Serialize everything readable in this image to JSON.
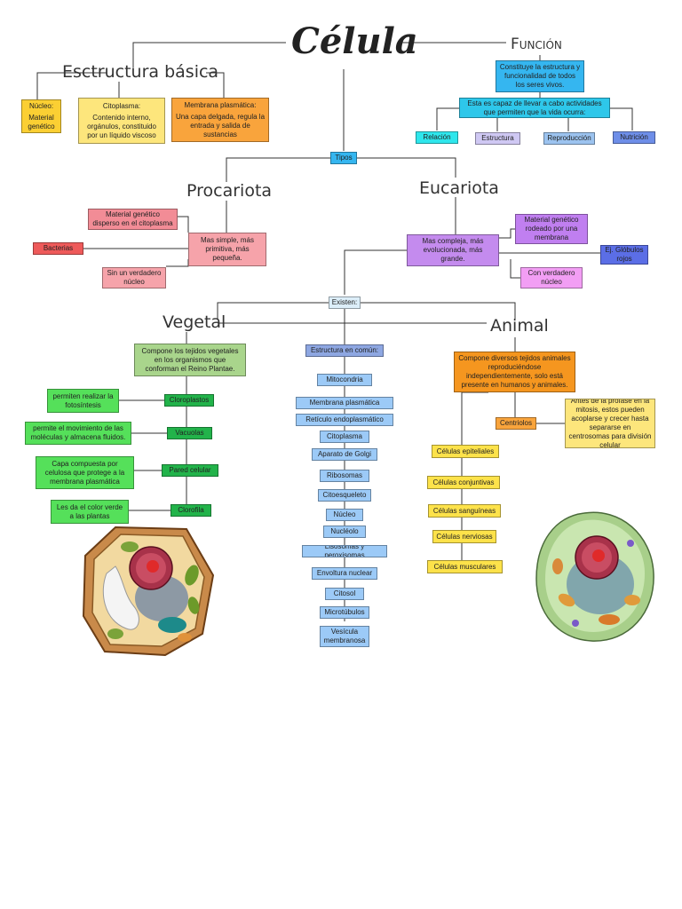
{
  "title": "Célula",
  "basic": {
    "heading": "Esctructura básica",
    "nucleo_label": "Núcleo:",
    "nucleo_text": "Material genético",
    "citoplasma_label": "Citoplasma:",
    "citoplasma_text": "Contenido interno, orgánulos, constituido por un líquido viscoso",
    "membrana_label": "Membrana plasmática:",
    "membrana_text": "Una capa delgada, regula la entrada y salida de sustancias"
  },
  "funcion": {
    "heading": "Función",
    "main": "Constituye la estructura y funcionalidad de todos los seres vivos.",
    "sub": "Esta es capaz de llevar a cabo actividades que permiten que la vida ocurra:",
    "items": [
      "Relación",
      "Estructura",
      "Reproducción",
      "Nutrición"
    ]
  },
  "tipos_label": "Tipos",
  "procariota": {
    "heading": "Procariota",
    "material": "Material genético disperso en el citoplasma",
    "main": "Mas simple, más primitiva, más pequeña.",
    "bacterias": "Bacterias",
    "nucleo": "Sin un verdadero núcleo"
  },
  "eucariota": {
    "heading": "Eucariota",
    "main": "Mas compleja, más evolucionada, más grande.",
    "material": "Material genético rodeado por una membrana",
    "ejemplo": "Ej. Glóbulos rojos",
    "nucleo": "Con verdadero núcleo"
  },
  "existen_label": "Existen:",
  "vegetal": {
    "heading": "Vegetal",
    "main": "Compone los tejidos vegetales en los organismos que conforman el Reino Plantae.",
    "organelles": [
      "Cloroplastos",
      "Vacuolas",
      "Pared celular",
      "Clorofila"
    ],
    "descriptions": [
      "permiten realizar la fotosíntesis",
      "permite el movimiento de las moléculas y almacena fluidos.",
      "Capa compuesta por celulosa que protege a la membrana plasmática",
      "Les da el color verde a las plantas"
    ]
  },
  "comun": {
    "heading": "Estructura en común:",
    "items": [
      "Mitocondria",
      "Membrana plasmática",
      "Retículo endoplasmático",
      "Citoplasma",
      "Aparato de Golgi",
      "Ribosomas",
      "Citoesqueleto",
      "Núcleo",
      "Nucléolo",
      "Lisosomas y peroxisomas",
      "Envoltura nuclear",
      "Citosol",
      "Microtúbulos",
      "Vesícula membranosa"
    ]
  },
  "animal": {
    "heading": "Animal",
    "main": "Compone diversos tejidos animales reproduciéndose independientemente, solo está presente en humanos y animales.",
    "centriolos": "Centriolos",
    "centriolos_desc": "Antes de la profase en la mitosis, estos pueden acoplarse y crecer hasta separarse en centrosomas para división celular",
    "cells": [
      "Células epiteliales",
      "Células conjuntivas",
      "Células sanguíneas",
      "Células nerviosas",
      "Células musculares"
    ]
  }
}
